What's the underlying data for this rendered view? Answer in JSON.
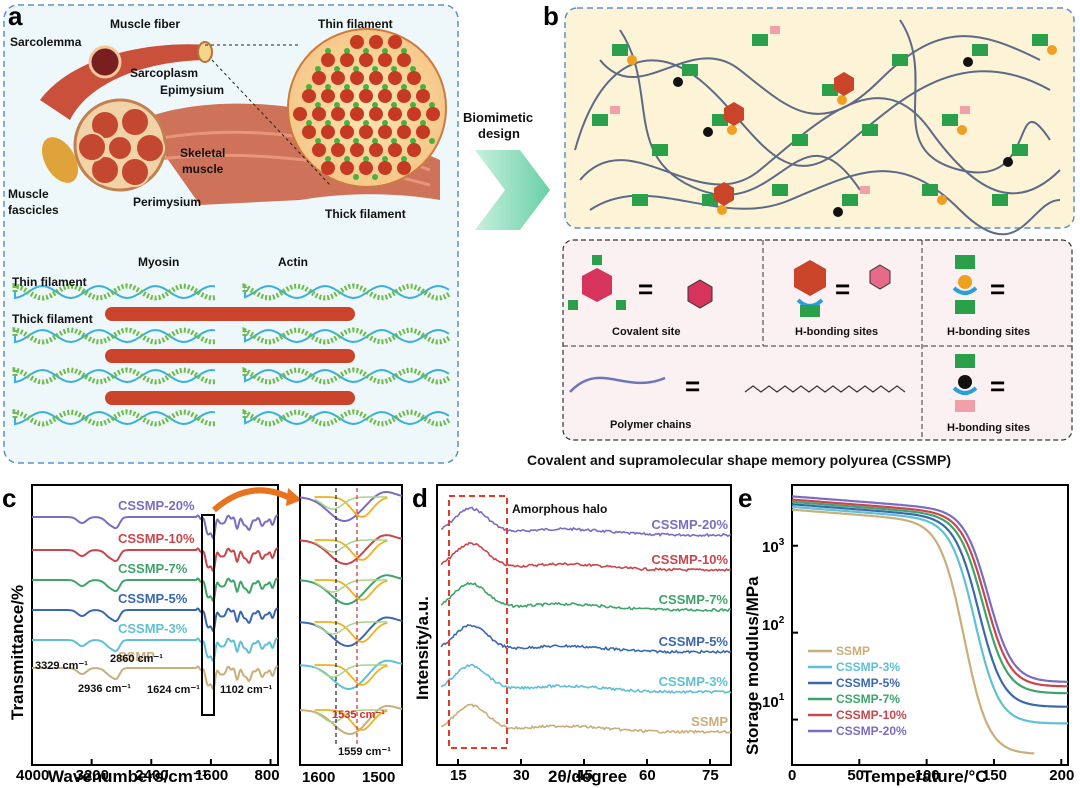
{
  "panels": {
    "a": {
      "letter": "a",
      "labels": {
        "muscle_fiber": "Muscle fiber",
        "sarcolemma": "Sarcolemma",
        "sarcoplasm": "Sarcoplasm",
        "epimysium": "Epimysium",
        "skeletal": "Skeletal",
        "muscle": "muscle",
        "muscle_w": "Muscle",
        "fascicles": "fascicles",
        "perimysium": "Perimysium",
        "thin_filament": "Thin filament",
        "thick_filament": "Thick filament",
        "myosin": "Myosin",
        "actin": "Actin",
        "thin_filament_2": "Thin filament",
        "thick_filament_2": "Thick filament"
      }
    },
    "arrow": {
      "line1": "Biomimetic",
      "line2": "design"
    },
    "b": {
      "letter": "b",
      "legend": {
        "covalent_site": "Covalent site",
        "hbond1": "H-bonding sites",
        "hbond2": "H-bonding sites",
        "polymer_chains": "Polymer chains",
        "hbond3": "H-bonding sites",
        "equals": "="
      },
      "caption": "Covalent and supramolecular shape memory polyurea (CSSMP)"
    },
    "c": {
      "letter": "c",
      "ylabel": "Transmittance/%",
      "xlabel": "Wavenumbers/cm⁻¹",
      "xticks": [
        "4000",
        "3200",
        "2400",
        "1600",
        "800"
      ],
      "inset_xticks": [
        "1600",
        "1500"
      ],
      "annotations": {
        "a3329": "3329 cm⁻¹",
        "a2936": "2936 cm⁻¹",
        "a2860": "2860 cm⁻¹",
        "a1624": "1624 cm⁻¹",
        "a1102": "1102 cm⁻¹",
        "a1535": "1535 cm⁻¹",
        "a1559": "1559 cm⁻¹"
      }
    },
    "d": {
      "letter": "d",
      "ylabel": "Intensity/a.u.",
      "xlabel": "2θ/degree",
      "xticks": [
        "15",
        "30",
        "45",
        "60",
        "75"
      ],
      "halo": "Amorphous halo"
    },
    "e": {
      "letter": "e",
      "ylabel": "Storage modulus/MPa",
      "xlabel": "Temperature/°C",
      "xticks": [
        "0",
        "50",
        "100",
        "150",
        "200"
      ],
      "yticks": [
        "10",
        "10",
        "10"
      ],
      "yexp": [
        "1",
        "2",
        "3"
      ]
    }
  },
  "series_colors": {
    "SSMP": "#c9ae7a",
    "CSSMP-3%": "#5fc0d3",
    "CSSMP-5%": "#3a68b0",
    "CSSMP-7%": "#3fa46a",
    "CSSMP-10%": "#c9464c",
    "CSSMP-20%": "#7b6cc1"
  },
  "chart_data": [
    {
      "type": "line",
      "panel": "c",
      "xlabel": "Wavenumbers/cm⁻¹",
      "ylabel": "Transmittance/%",
      "xlim": [
        4000,
        700
      ],
      "series": [
        {
          "name": "CSSMP-20%"
        },
        {
          "name": "CSSMP-10%"
        },
        {
          "name": "CSSMP-7%"
        },
        {
          "name": "CSSMP-5%"
        },
        {
          "name": "CSSMP-3%"
        },
        {
          "name": "SSMP"
        }
      ],
      "bands_cm-1": [
        3329,
        2936,
        2860,
        1624,
        1102,
        1559,
        1535
      ]
    },
    {
      "type": "line",
      "panel": "d",
      "xlabel": "2θ/degree",
      "ylabel": "Intensity/a.u.",
      "xlim": [
        10,
        80
      ],
      "halo_peak_2theta": 18,
      "series": [
        {
          "name": "CSSMP-20%"
        },
        {
          "name": "CSSMP-10%"
        },
        {
          "name": "CSSMP-7%"
        },
        {
          "name": "CSSMP-5%"
        },
        {
          "name": "CSSMP-3%"
        },
        {
          "name": "SSMP"
        }
      ]
    },
    {
      "type": "line",
      "panel": "e",
      "xlabel": "Temperature/°C",
      "ylabel": "Storage modulus/MPa",
      "xlim": [
        0,
        205
      ],
      "yscale": "log",
      "ylim": [
        3,
        5000
      ],
      "legend_position": "bottom-left",
      "series": [
        {
          "name": "SSMP",
          "start": 2600,
          "t_mid": 128,
          "end": 4
        },
        {
          "name": "CSSMP-3%",
          "start": 2800,
          "t_mid": 136,
          "end": 9
        },
        {
          "name": "CSSMP-5%",
          "start": 3000,
          "t_mid": 139,
          "end": 14
        },
        {
          "name": "CSSMP-7%",
          "start": 3200,
          "t_mid": 142,
          "end": 20
        },
        {
          "name": "CSSMP-10%",
          "start": 3400,
          "t_mid": 144,
          "end": 24
        },
        {
          "name": "CSSMP-20%",
          "start": 3700,
          "t_mid": 146,
          "end": 27
        }
      ]
    }
  ]
}
